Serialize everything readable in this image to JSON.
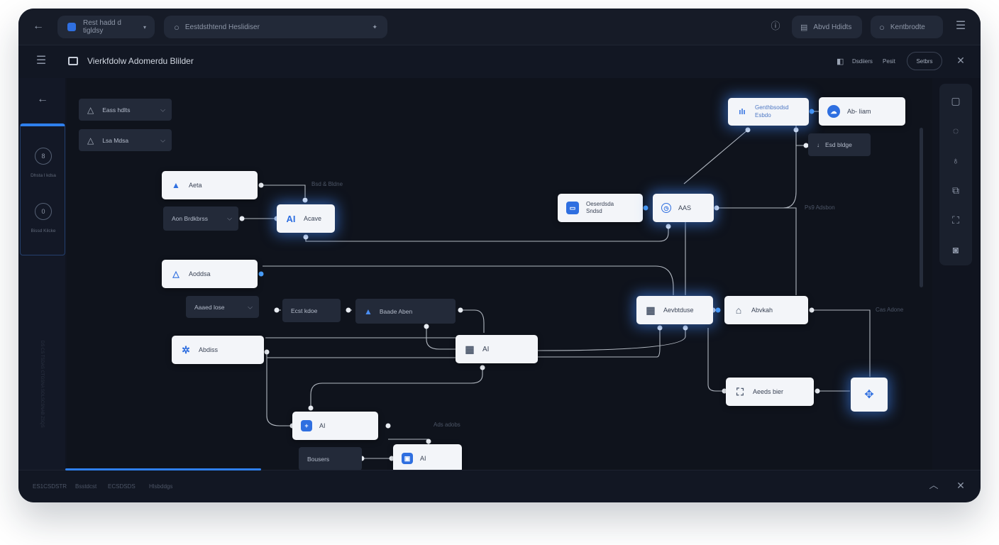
{
  "topbar": {
    "project_label": "Rest hadd d tigldsy",
    "search_placeholder": "Eestdsthtend Heslidiser",
    "assist_label": "Abvd Hdidts",
    "find_label": "Kentbrodte"
  },
  "header": {
    "title": "Vierkfdolw Adomerdu Blilder",
    "action_1": "Dsdiiers",
    "action_2": "Pesit",
    "action_3": "Setbrs"
  },
  "left_panel": {
    "items": [
      {
        "label": "Dhsta l kdsa",
        "badge": "8"
      },
      {
        "label": "Bissd Kilcke",
        "badge": "0"
      }
    ]
  },
  "canvas": {
    "dropdowns": [
      {
        "label": "Eass hdlts"
      },
      {
        "label": "Lsa Mdsa"
      }
    ],
    "nodes": {
      "n1": "Aeta",
      "n2": "Acave",
      "n3": "Aoddsa",
      "n4": "Abdiss",
      "n5": "Oeserdsda",
      "n5b": "Sndsd",
      "n6": "AAS",
      "n7": "Genthbsodsd",
      "n7b": "Esbdo",
      "n8": "Ab- Iiam",
      "n9": "Aevbtduse",
      "n10": "Abvkah",
      "n11": "AI",
      "n12": "Aeeds bier",
      "n13": "AI",
      "n14": "AI"
    },
    "dark_nodes": {
      "d1": "Aon Brdkbrss",
      "d2": "Aaaed lose",
      "d3": "Ecst kdoe",
      "d4": "Baade Aben",
      "d5": "Bousers",
      "d6": "Esd bldge"
    },
    "wire_labels": {
      "w1": "Bsd & Bldne",
      "w2": "Ps9 Adsbon",
      "w3": "Cas Adone",
      "w4": "Ads adobs"
    },
    "vertical_text": "DS CS TSDAS CTGSNA SOLSCSNAB ZSQS"
  },
  "footer": {
    "status_1": "ES1CSDSTR",
    "status_2": "Bsstdcst",
    "status_3": "ECSDSDS",
    "status_4": "Hlsbddgs"
  },
  "colors": {
    "accent": "#2f6fe0",
    "background": "#10141f",
    "node": "#f3f5f9"
  }
}
